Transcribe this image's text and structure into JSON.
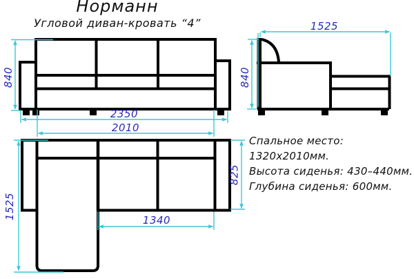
{
  "title": "Норманн",
  "subtitle": "Угловой диван-кровать “4”",
  "views": {
    "front": {
      "height_mm": "840",
      "width_mm": "2350"
    },
    "side": {
      "width_mm": "1525",
      "height_mm": "840"
    },
    "top": {
      "width_mm": "2010",
      "left_depth_mm": "1525",
      "right_depth_mm": "825",
      "chaise_to_arm_mm": "1340"
    }
  },
  "specs": {
    "line1": "Спальное место:",
    "line2": "1320х2010мм.",
    "line3": "Высота сиденья: 430–440мм.",
    "line4": "Глубина сиденья: 600мм."
  },
  "colors": {
    "drawing_line": "#000000",
    "dimension_line": "#3cc7d6",
    "dimension_text": "#2a2ab8",
    "background": "#ffffff",
    "text": "#111111"
  }
}
